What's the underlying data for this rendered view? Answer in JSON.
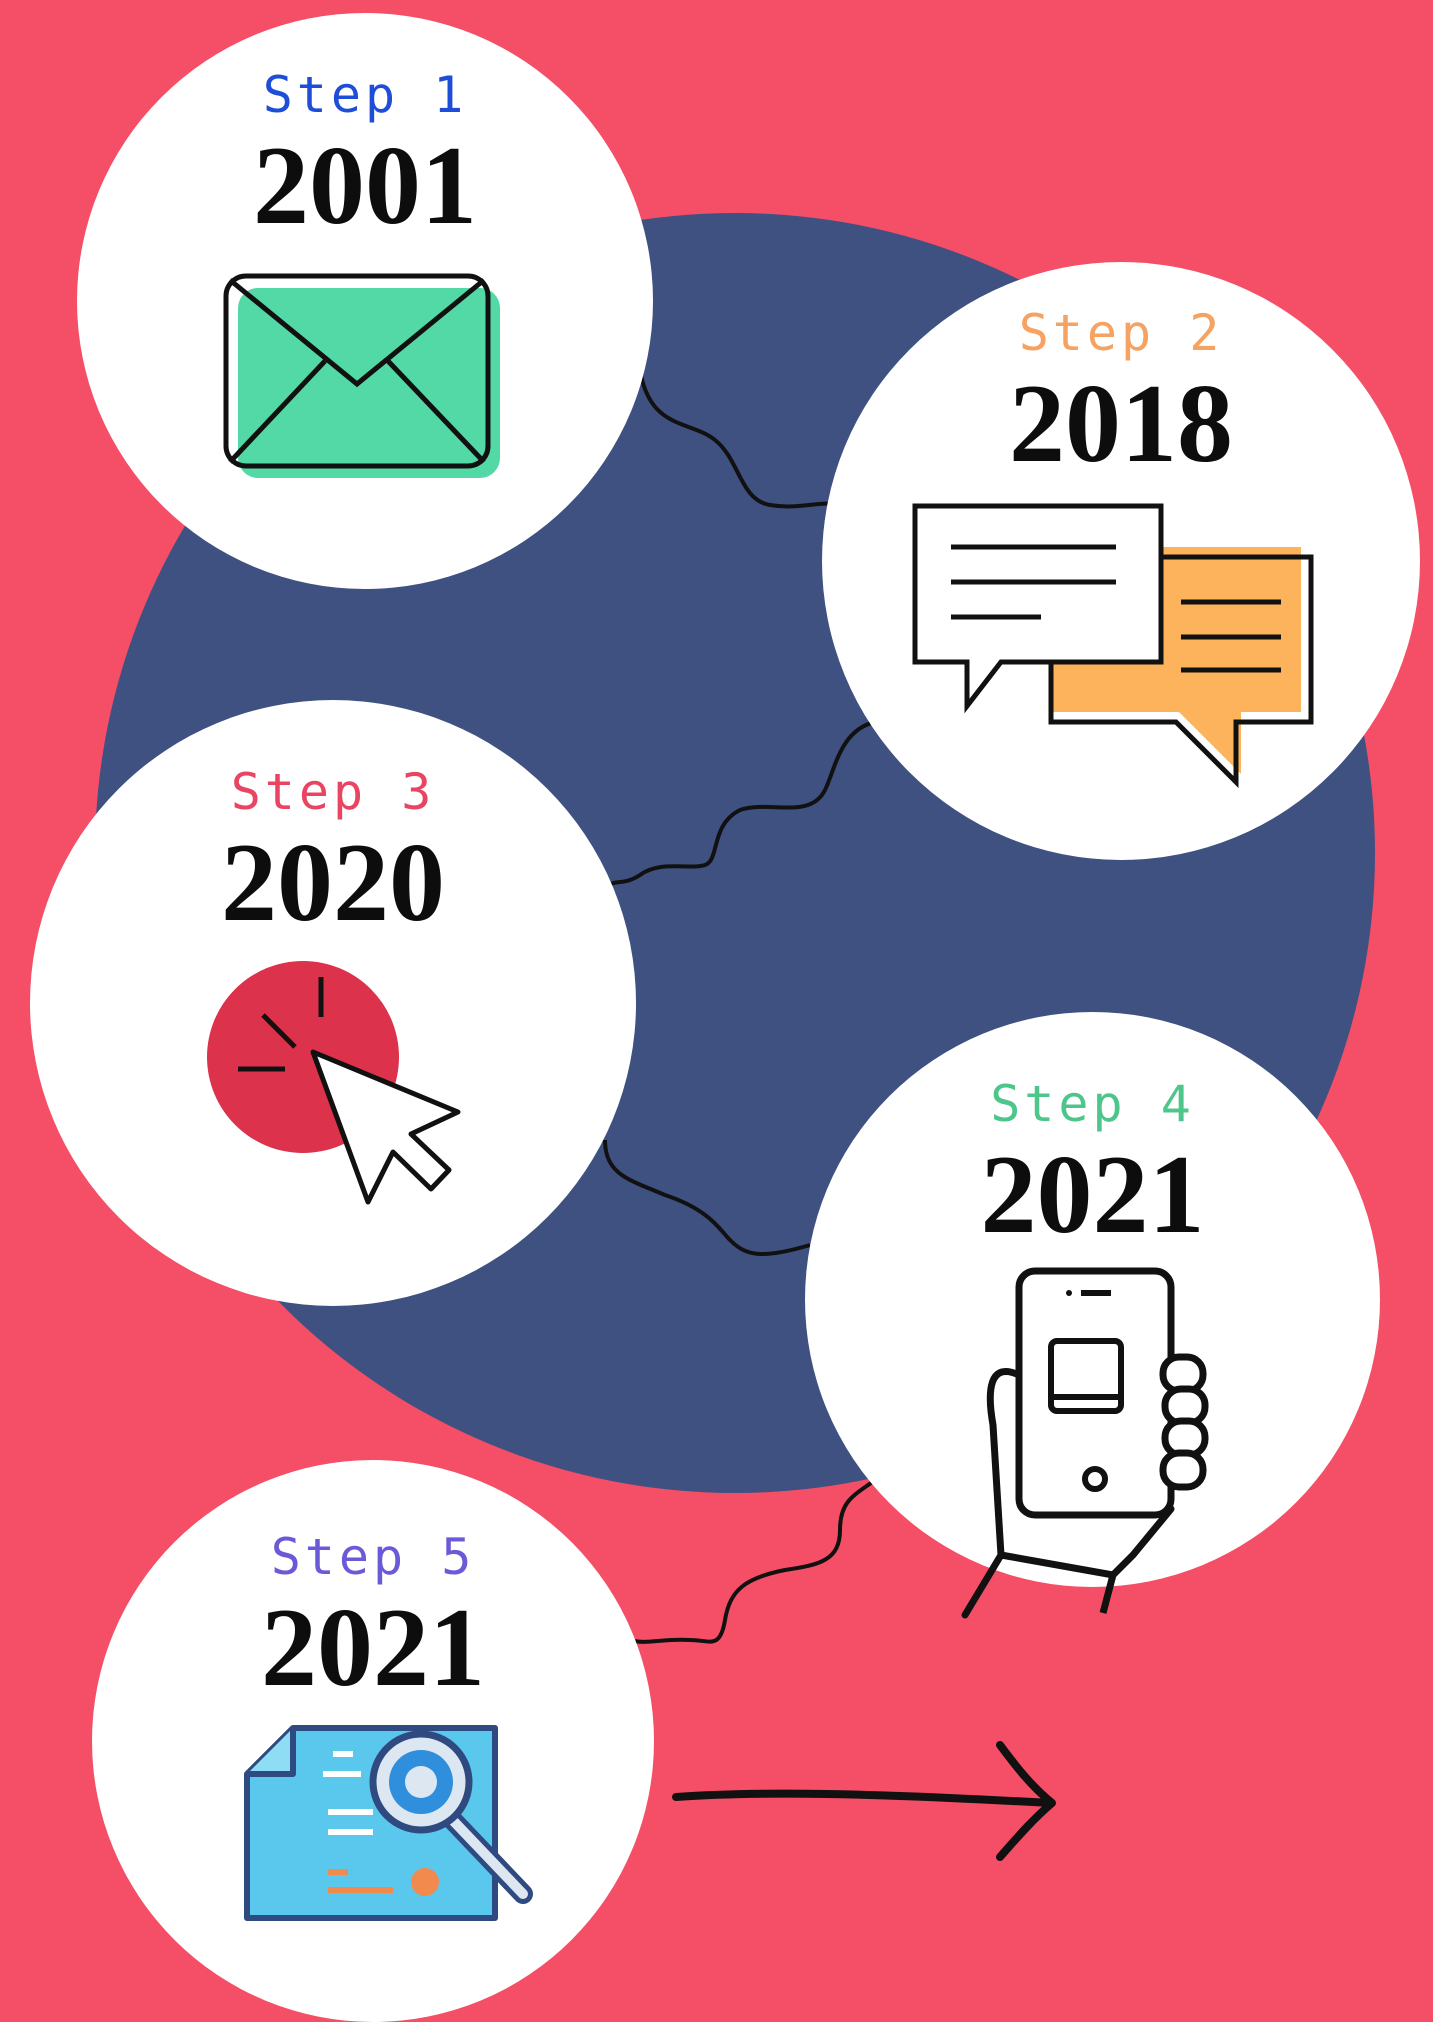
{
  "steps": [
    {
      "label": "Step 1",
      "year": "2001",
      "color": "#1E4ED8",
      "icon": "envelope-icon"
    },
    {
      "label": "Step 2",
      "year": "2018",
      "color": "#F5A262",
      "icon": "chat-bubbles-icon"
    },
    {
      "label": "Step 3",
      "year": "2020",
      "color": "#E94562",
      "icon": "cursor-click-icon"
    },
    {
      "label": "Step 4",
      "year": "2021",
      "color": "#4EC58A",
      "icon": "smartphone-hand-icon"
    },
    {
      "label": "Step 5",
      "year": "2021",
      "color": "#6A5AD8",
      "icon": "document-search-icon"
    }
  ],
  "colors": {
    "background": "#F44F67",
    "big_circle": "#3F5181",
    "envelope_fill": "#52D9A6",
    "chat_fill": "#FDB35C",
    "click_fill": "#DC324B",
    "document_fill": "#5AC8EC"
  },
  "arrow_icon": "right-arrow-icon"
}
